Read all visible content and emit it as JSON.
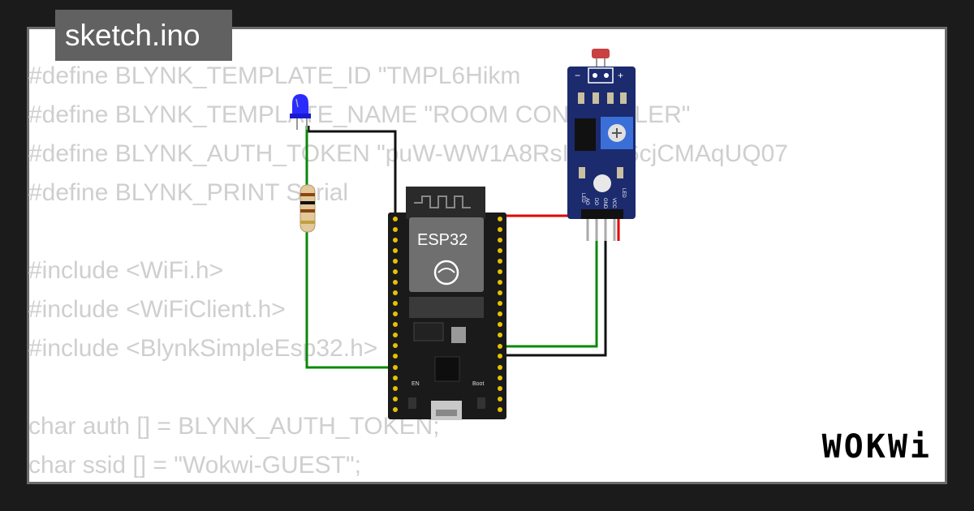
{
  "title": "sketch.ino",
  "logo": "WOKWi",
  "code": [
    "#define BLYNK_TEMPLATE_ID \"TMPL6Hikm",
    "#define BLYNK_TEMPLATE_NAME \"ROOM CONTROLLER\"",
    "#define BLYNK_AUTH_TOKEN \"puW-WW1A8RsINioqt6cjCMAqUQ07",
    "#define BLYNK_PRINT Serial",
    "",
    "#include <WiFi.h>",
    "#include <WiFiClient.h>",
    "#include <BlynkSimpleEsp32.h>",
    "",
    "char auth [] = BLYNK_AUTH_TOKEN;",
    "char ssid [] = \"Wokwi-GUEST\";"
  ],
  "board": {
    "label": "ESP32",
    "en_label": "EN",
    "boot_label": "Boot"
  },
  "sensor": {
    "top_left_symbol": "−",
    "top_right_symbol": "+",
    "pin_labels": [
      "AO",
      "DO",
      "GND",
      "VCC"
    ],
    "led_labels": [
      "LED",
      "LED"
    ]
  },
  "colors": {
    "background": "#1b1b1b",
    "card": "#ffffff",
    "code_text": "#cfcfcf",
    "title_bg": "#616161",
    "board": "#1a1a1a",
    "sensor_pcb": "#1c2a6e",
    "wire_red": "#e00000",
    "wire_green": "#0a8a0a",
    "wire_black": "#111111"
  }
}
